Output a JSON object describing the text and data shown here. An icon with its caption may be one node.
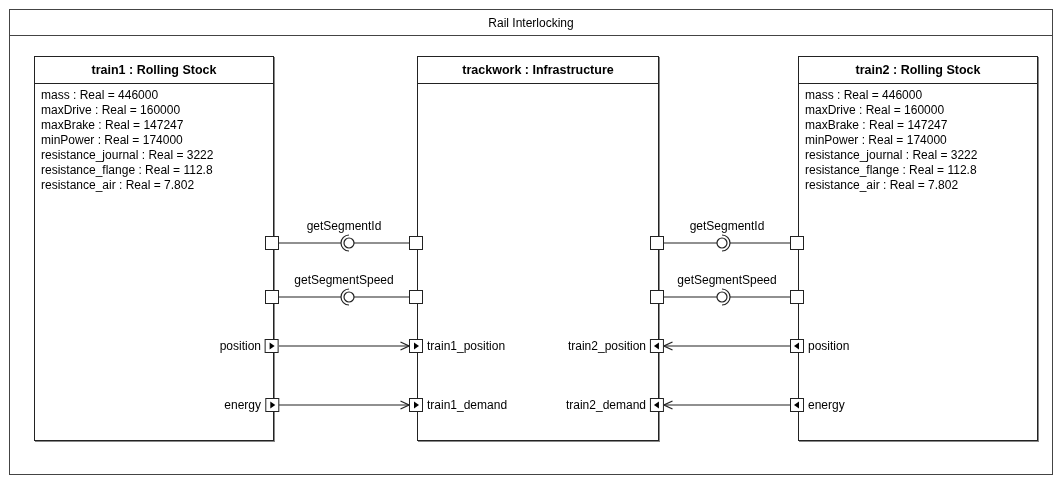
{
  "diagram": {
    "nodes": [
      {
        "text": [
          "Rail Interlocking"
        ]
      },
      {
        "text": [
          "train1 : Rolling Stock",
          "mass : Real = 446000",
          "maxDrive : Real = 160000",
          "maxBrake : Real = 147247",
          "minPower : Real = 174000",
          "resistance_journal : Real = 3222",
          "resistance_flange : Real = 112.8",
          "resistance_air : Real = 7.802"
        ],
        "in": 0
      },
      {
        "text": [
          "trackwork : Infrastructure"
        ],
        "in": 0
      },
      {
        "text": [
          "train2 : Rolling Stock",
          "mass : Real = 446000",
          "maxDrive : Real = 160000",
          "maxBrake : Real = 147247",
          "minPower : Real = 174000",
          "resistance_journal : Real = 3222",
          "resistance_flange : Real = 112.8",
          "resistance_air : Real = 7.802"
        ],
        "in": 0
      },
      {
        "text": [],
        "shape": "box",
        "in": 0
      },
      {
        "text": [],
        "shape": "box",
        "in": 0
      },
      {
        "text": [],
        "shape": "box",
        "in": 0
      },
      {
        "text": [],
        "shape": "box",
        "in": 0
      },
      {
        "text": [],
        "shape": "box",
        "in": 0
      },
      {
        "text": [],
        "shape": "box",
        "in": 0
      },
      {
        "text": [],
        "shape": "box",
        "in": 0
      },
      {
        "text": [],
        "shape": "box",
        "in": 0
      },
      {
        "text": [
          "position"
        ],
        "in": 0
      },
      {
        "text": [
          "train1_position"
        ],
        "in": 0
      },
      {
        "text": [
          "train2_position"
        ],
        "in": 0
      },
      {
        "text": [
          "position"
        ],
        "in": 0
      },
      {
        "text": [
          "energy"
        ],
        "in": 0
      },
      {
        "text": [
          "train1_demand"
        ],
        "in": 0
      },
      {
        "text": [
          "train2_demand"
        ],
        "in": 0
      },
      {
        "text": [
          "energy"
        ],
        "in": 0
      }
    ],
    "edges": [
      {
        "from": 4,
        "to": 5,
        "arrow": "none",
        "label": "getSegmentId"
      },
      {
        "from": 7,
        "to": 6,
        "arrow": "none",
        "label": "getSegmentId"
      },
      {
        "from": 8,
        "to": 9,
        "arrow": "none",
        "label": "getSegmentSpeed"
      },
      {
        "from": 11,
        "to": 10,
        "arrow": "none",
        "label": "getSegmentSpeed"
      },
      {
        "from": 12,
        "to": 13,
        "arrow": "to"
      },
      {
        "from": 15,
        "to": 14,
        "arrow": "to"
      },
      {
        "from": 16,
        "to": 17,
        "arrow": "to"
      },
      {
        "from": 19,
        "to": 18,
        "arrow": "to"
      }
    ]
  }
}
